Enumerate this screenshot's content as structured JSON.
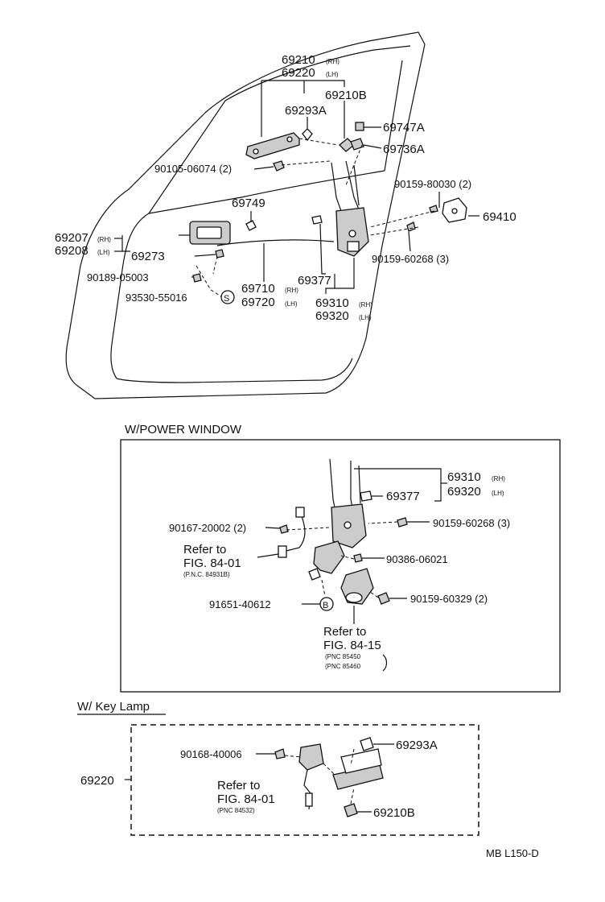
{
  "main": {
    "p69210": "69210",
    "p69210_side": "(RH)",
    "p69220": "69220",
    "p69220_side": "(LH)",
    "p69210B": "69210B",
    "p69293A": "69293A",
    "p69747A": "69747A",
    "p69736A": "69736A",
    "p90105": "90105-06074 (2)",
    "p90159a": "90159-80030 (2)",
    "p69410": "69410",
    "p69749": "69749",
    "p69207": "69207",
    "p69207_side": "(RH)",
    "p69208": "69208",
    "p69208_side": "(LH)",
    "p69273": "69273",
    "p90159b": "90159-60268 (3)",
    "p90189": "90189-05003",
    "p69377": "69377",
    "p69710": "69710",
    "p69710_side": "(RH)",
    "p69720": "69720",
    "p69720_side": "(LH)",
    "p93530": "93530-55016",
    "sym_s": "S",
    "p69310": "69310",
    "p69310_side": "(RH)",
    "p69320": "69320",
    "p69320_side": "(LH)"
  },
  "power_window": {
    "title": "W/POWER WINDOW",
    "p69310": "69310",
    "p69310_side": "(RH)",
    "p69320": "69320",
    "p69320_side": "(LH)",
    "p69377": "69377",
    "p90167": "90167-20002 (2)",
    "p90159c": "90159-60268 (3)",
    "ref1_a": "Refer to",
    "ref1_b": "FIG. 84-01",
    "ref1_c": "(P.N.C. 84931B)",
    "p90386": "90386-06021",
    "p91651": "91651-40612",
    "sym_b": "B",
    "p90159d": "90159-60329 (2)",
    "ref2_a": "Refer to",
    "ref2_b": "FIG. 84-15",
    "ref2_c": "(PNC 85450",
    "ref2_d": "(PNC 85460"
  },
  "key_lamp": {
    "title": "W/ Key Lamp",
    "p90168": "90168-40006",
    "p69293A": "69293A",
    "p69220": "69220",
    "ref_a": "Refer to",
    "ref_b": "FIG. 84-01",
    "ref_c": "(PNC 84532)",
    "p69210B": "69210B"
  },
  "footer": {
    "code": "MB  L150-D"
  }
}
